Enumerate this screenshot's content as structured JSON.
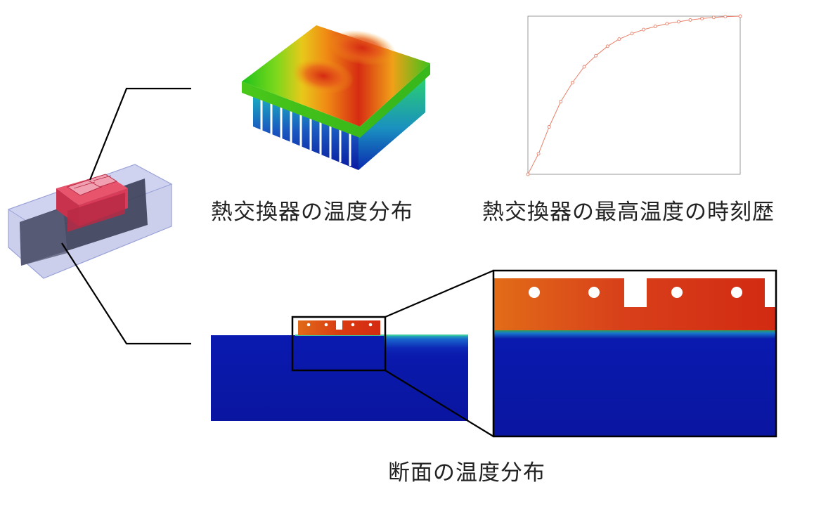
{
  "captions": {
    "heat_exchanger_temperature": "熱交換器の温度分布",
    "max_temperature_history": "熱交換器の最高温度の時刻歴",
    "cross_section_temperature": "断面の温度分布"
  },
  "colors": {
    "hot": "#d42a12",
    "warm": "#f08a14",
    "cool": "#3ec21a",
    "cold": "#0a1aa8",
    "line": "#000000",
    "curve": "#e8806a"
  },
  "history_curve": [
    [
      0.0,
      0.0
    ],
    [
      0.05,
      0.13
    ],
    [
      0.1,
      0.3
    ],
    [
      0.155,
      0.46
    ],
    [
      0.21,
      0.58
    ],
    [
      0.265,
      0.68
    ],
    [
      0.32,
      0.75
    ],
    [
      0.375,
      0.81
    ],
    [
      0.43,
      0.855
    ],
    [
      0.49,
      0.89
    ],
    [
      0.545,
      0.915
    ],
    [
      0.6,
      0.935
    ],
    [
      0.655,
      0.952
    ],
    [
      0.71,
      0.965
    ],
    [
      0.765,
      0.976
    ],
    [
      0.82,
      0.985
    ],
    [
      0.875,
      0.992
    ],
    [
      0.93,
      0.997
    ],
    [
      1.0,
      1.0
    ]
  ]
}
